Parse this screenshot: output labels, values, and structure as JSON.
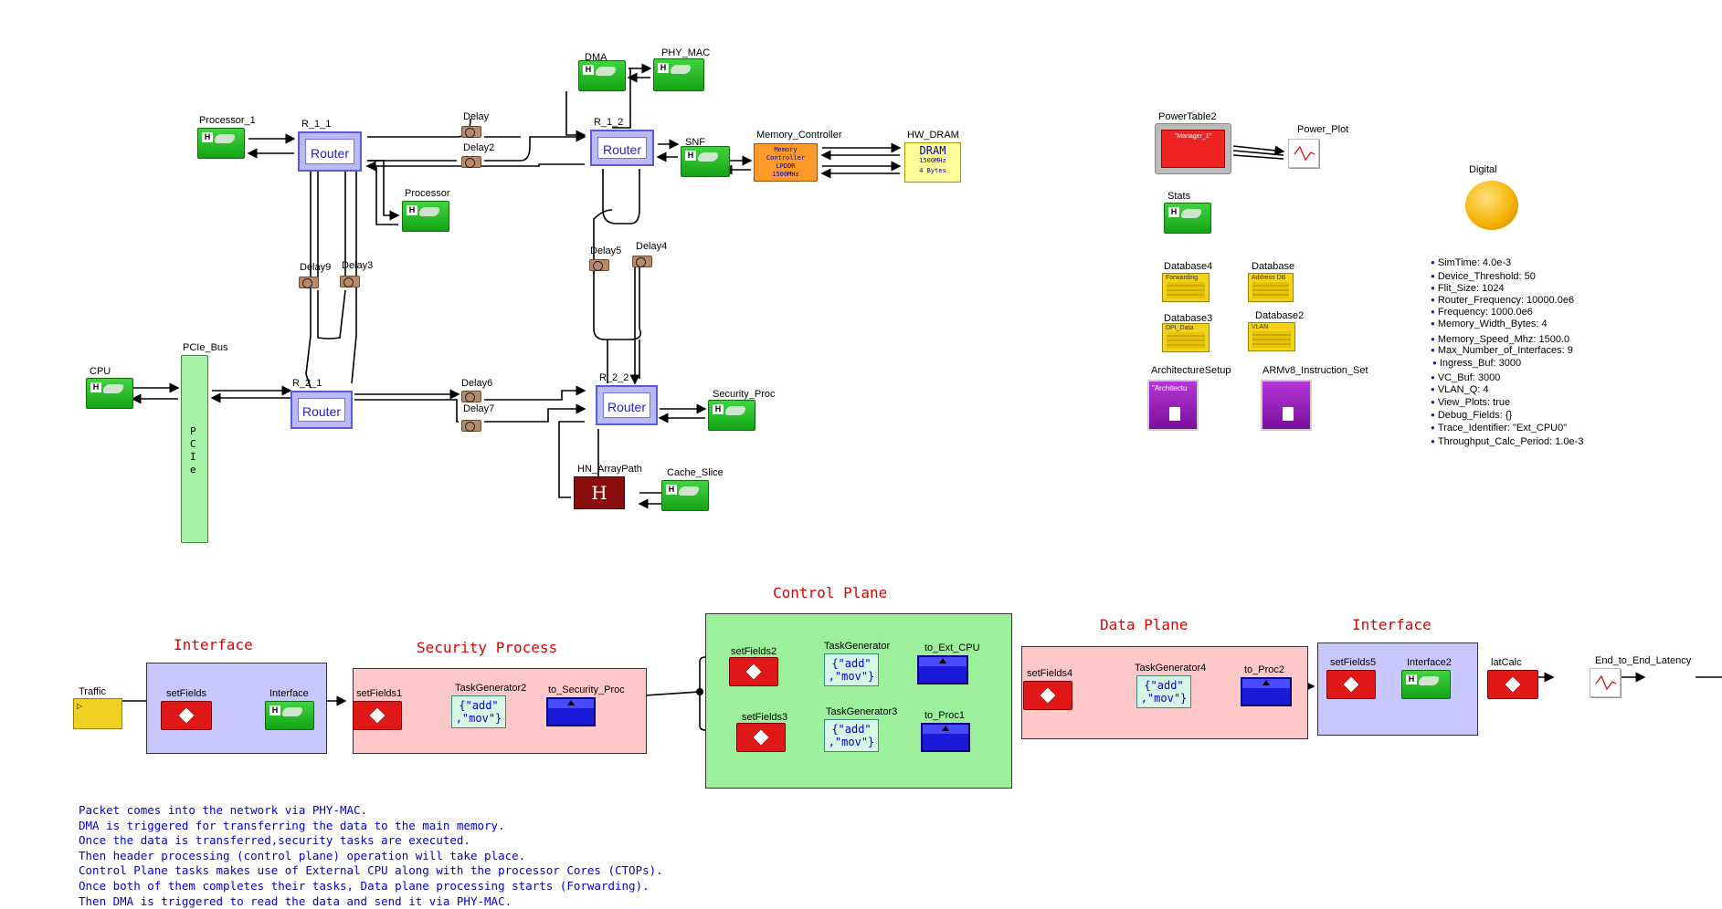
{
  "colors": {
    "green_block": "#1fbf1f",
    "router": "#b9b9f5",
    "delay": "#b68a6b",
    "memory_controller": "#ff9a2a",
    "dram": "#ffff99",
    "database": "#f2d21a",
    "red_block": "#e01818",
    "purple_block": "#a020c8",
    "interface_region": "#c8c8ff",
    "security_region": "#ffc8c8",
    "control_region": "#9cf09c",
    "section_title": "#e00000",
    "note_text": "#0000cc"
  },
  "architecture": {
    "processor_1": "Processor_1",
    "r11": "R_1_1",
    "r12": "R_1_2",
    "r21": "R_2_1",
    "r22": "R_2_2",
    "router_text": "Router",
    "delay": "Delay",
    "delay2": "Delay2",
    "delay3": "Delay3",
    "delay4": "Delay4",
    "delay5": "Delay5",
    "delay6": "Delay6",
    "delay7": "Delay7",
    "delay9": "Delay9",
    "processor": "Processor",
    "dma": "DMA",
    "phy_mac": "PHY_MAC",
    "snf": "SNF",
    "memory_controller": "Memory_Controller",
    "memory_controller_text": [
      "Memory Controller",
      "LPDDR",
      "1500MHz"
    ],
    "hw_dram": "HW_DRAM",
    "dram_text": [
      "DRAM",
      "1500MHz",
      "4 Bytes"
    ],
    "cpu": "CPU",
    "pcie_bus": "PCIe_Bus",
    "pcie_text": "PCIe",
    "security_proc": "Security_Proc",
    "hn_arraypath": "HN_ArrayPath",
    "hn_letter": "H",
    "cache_slice": "Cache_Slice"
  },
  "tools": {
    "power_table": "PowerTable2",
    "power_table_text": "\"Manager_1\"",
    "power_plot": "Power_Plot",
    "digital": "Digital",
    "stats": "Stats",
    "database4": "Database4",
    "database4_tag": "Forwarding",
    "database": "Database",
    "database_tag": "Address DB",
    "database3": "Database3",
    "database3_tag": "DPI_Data",
    "database2": "Database2",
    "database2_tag": "VLAN",
    "architecture_setup": "ArchitectureSetup",
    "architecture_setup_text": "\"Architectu",
    "arm_instruction_set": "ARMv8_Instruction_Set"
  },
  "parameters": [
    "SimTime: 4.0e-3",
    "Device_Threshold: 50",
    "Flit_Size: 1024",
    "Router_Frequency: 10000.0e6",
    "Frequency: 1000.0e6",
    "Memory_Width_Bytes: 4",
    "Memory_Speed_Mhz: 1500.0",
    "Max_Number_of_Interfaces: 9",
    "Ingress_Buf: 3000",
    "VC_Buf: 3000",
    "VLAN_Q: 4",
    "View_Plots: true",
    "Debug_Fields: {}",
    "Trace_Identifier: \"Ext_CPU0\"",
    "Throughput_Calc_Period: 1.0e-3"
  ],
  "flow": {
    "interface_title": "Interface",
    "security_title": "Security Process",
    "control_title": "Control Plane",
    "data_title": "Data Plane",
    "interface2_title": "Interface",
    "traffic": "Traffic",
    "setfields": "setFields",
    "interface": "Interface",
    "setfields1": "setFields1",
    "taskgenerator2": "TaskGenerator2",
    "to_security_proc": "to_Security_Proc",
    "setfields2": "setFields2",
    "taskgenerator": "TaskGenerator",
    "to_ext_cpu": "to_Ext_CPU",
    "setfields3": "setFields3",
    "taskgenerator3": "TaskGenerator3",
    "to_proc1": "to_Proc1",
    "setfields4": "setFields4",
    "taskgenerator4": "TaskGenerator4",
    "to_proc2": "to_Proc2",
    "setfields5": "setFields5",
    "interface2": "Interface2",
    "latcalc": "latCalc",
    "end_to_end": "End_to_End_Latency",
    "task_line1": "{\"add\"",
    "task_line2": ",\"mov\"}"
  },
  "notes": [
    "Packet comes into the network via PHY-MAC.",
    "DMA is triggered for transferring the data to the main memory.",
    "Once the data is transferred,security tasks are executed.",
    "Then header processing (control plane) operation will take place.",
    "Control Plane tasks makes use of External CPU along with the processor Cores (CTOPs).",
    "Once both of them completes their tasks, Data plane processing starts (Forwarding).",
    "Then DMA is triggered to read the data and send it via PHY-MAC."
  ]
}
